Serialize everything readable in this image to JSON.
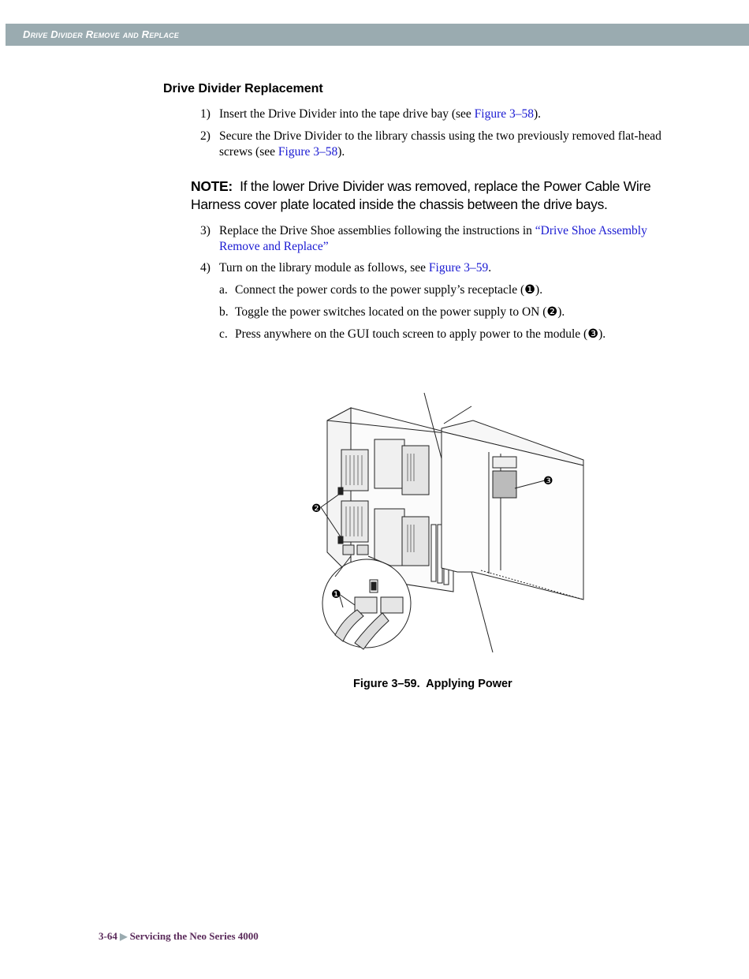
{
  "header": {
    "title": "Drive Divider Remove and Replace"
  },
  "section": {
    "heading": "Drive Divider Replacement"
  },
  "steps": [
    {
      "num": "1)",
      "text_before": "Insert the Drive Divider into the tape drive bay (see ",
      "link": "Figure 3–58",
      "text_after": ")."
    },
    {
      "num": "2)",
      "text_before": "Secure the Drive Divider to the library chassis using the two previously removed flat-head screws (see ",
      "link": "Figure 3–58",
      "text_after": ")."
    },
    {
      "num": "3)",
      "text_before": "Replace the Drive Shoe assemblies following the instructions in ",
      "link": "“Drive Shoe Assembly Remove and Replace”",
      "text_after": ""
    },
    {
      "num": "4)",
      "text_before": "Turn on the library module as follows, see ",
      "link": "Figure 3–59",
      "text_after": "."
    }
  ],
  "note": {
    "label": "NOTE:",
    "text": "If the lower Drive Divider was removed, replace the Power Cable Wire Harness cover plate located inside the chassis between the drive bays."
  },
  "substeps": [
    {
      "letter": "a.",
      "text": "Connect the power cords to the power supply’s receptacle (❶)."
    },
    {
      "letter": "b.",
      "text": "Toggle the power switches located on the power supply to ON (❷)."
    },
    {
      "letter": "c.",
      "text": "Press anywhere on the GUI touch screen to apply power to the module (❸)."
    }
  ],
  "figure": {
    "callouts": [
      "❶",
      "❷",
      "❸"
    ],
    "caption": "Figure 3–59.  Applying Power"
  },
  "footer": {
    "page": "3-64",
    "arrow": "▶",
    "title": "Servicing the Neo Series 4000"
  }
}
